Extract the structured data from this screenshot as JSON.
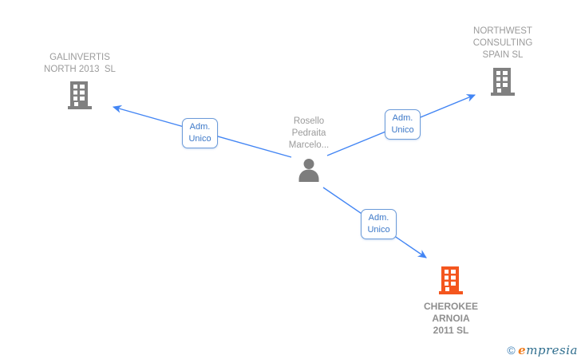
{
  "diagram": {
    "person": {
      "name_line1": "Rosello",
      "name_line2": "Pedraita",
      "name_line3": "Marcelo..."
    },
    "companies": {
      "galinvertis": {
        "line1": "GALINVERTIS",
        "line2": "NORTH 2013  SL"
      },
      "northwest": {
        "line1": "NORTHWEST",
        "line2": "CONSULTING",
        "line3": "SPAIN SL"
      },
      "cherokee": {
        "line1": "CHEROKEE",
        "line2": "ARNOIA",
        "line3": "2011 SL"
      }
    },
    "edges": {
      "left": {
        "line1": "Adm.",
        "line2": "Unico"
      },
      "right": {
        "line1": "Adm.",
        "line2": "Unico"
      },
      "bottom": {
        "line1": "Adm.",
        "line2": "Unico"
      }
    }
  },
  "footer": {
    "copyright": "©",
    "brand_initial": "e",
    "brand_rest": "mpresia"
  },
  "colors": {
    "edge_blue": "#4285f4",
    "label_box_border": "#6c9bd9",
    "label_text_blue": "#3c78c8",
    "entity_icon_gray": "#808080",
    "entity_text_gray": "#9b9b9b",
    "highlight_orange": "#f4561e",
    "logo_copyright_blue": "#3e7fb5",
    "logo_brand_orange": "#f07d1f",
    "logo_brand_teal": "#2f6e8e"
  }
}
